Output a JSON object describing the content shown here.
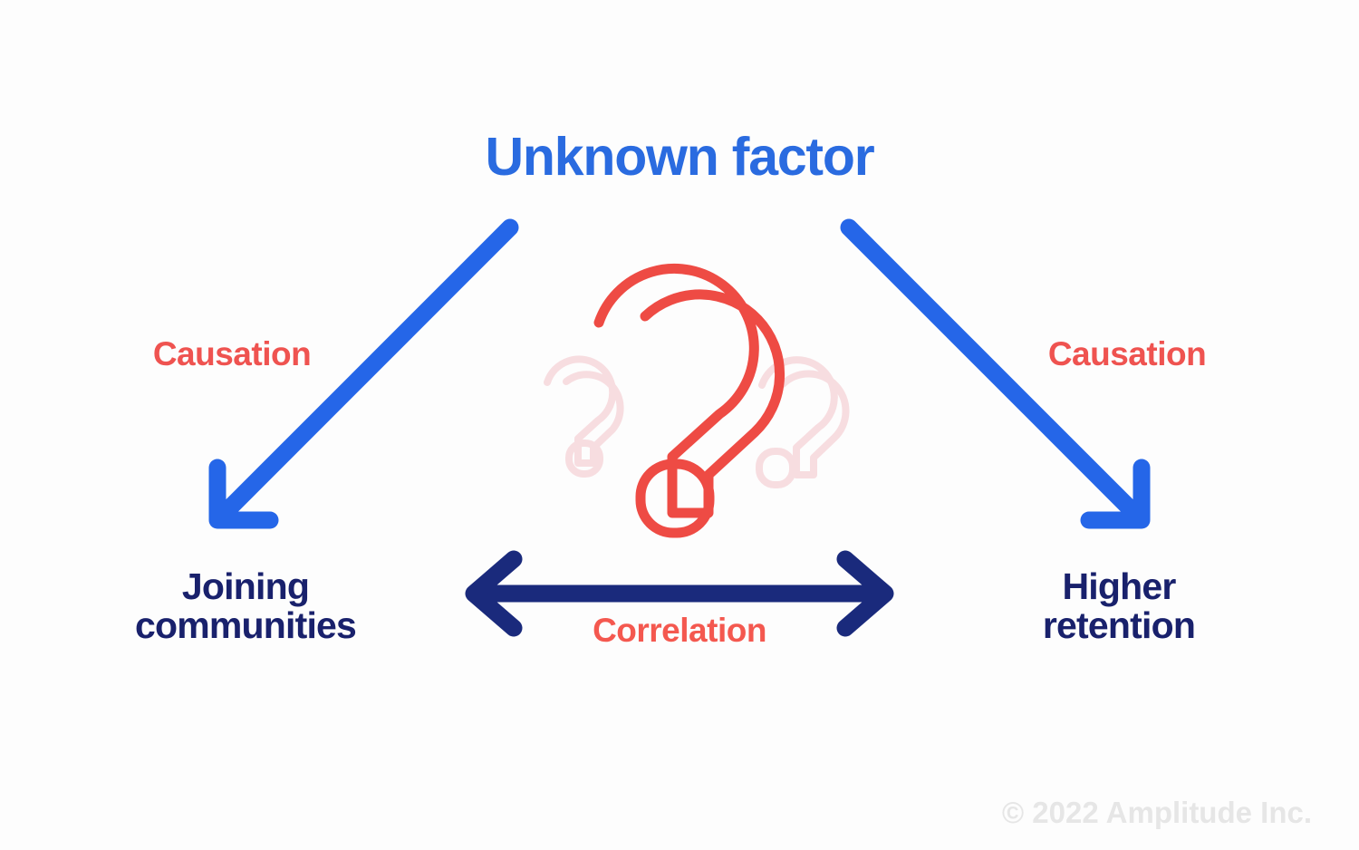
{
  "diagram": {
    "type": "concept-diagram",
    "topic": "correlation-vs-causation",
    "title": "Unknown factor",
    "nodes": {
      "top": "Unknown factor",
      "bottom_left": "Joining\ncommunities",
      "bottom_left_line1": "Joining",
      "bottom_left_line2": "communities",
      "bottom_right": "Higher\nretention",
      "bottom_right_line1": "Higher",
      "bottom_right_line2": "retention"
    },
    "edges": {
      "causation_left": "Causation",
      "causation_right": "Causation",
      "correlation": "Correlation"
    },
    "center_icon": "question-mark-icon",
    "center_icon_count": 3
  },
  "footer": {
    "copyright": "© 2022 Amplitude Inc."
  },
  "colors": {
    "title_blue": "#2a6be0",
    "arrow_blue": "#2566e8",
    "node_navy": "#19216c",
    "arrow_navy": "#1a2a7c",
    "accent_red": "#ef5350",
    "correlation_red": "#f4584f",
    "question_red": "#ee4b44",
    "question_pink": "#f7dde0",
    "copyright_gray": "#e6e6e6",
    "background": "#fdfdfd"
  }
}
